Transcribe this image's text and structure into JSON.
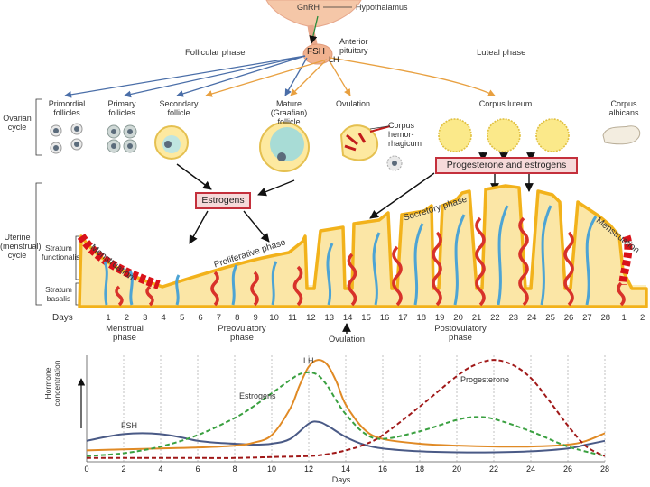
{
  "top": {
    "gnrh": "GnRH",
    "hypothalamus": "Hypothalamus",
    "anterior_pituitary": "Anterior\npituitary",
    "fsh": "FSH",
    "lh": "LH",
    "follicular_phase": "Follicular phase",
    "luteal_phase": "Luteal phase"
  },
  "ovarian": {
    "side_label": "Ovarian\ncycle",
    "stages": [
      {
        "label": "Primordial\nfollicles"
      },
      {
        "label": "Primary\nfollicles"
      },
      {
        "label": "Secondary\nfollicle"
      },
      {
        "label": "Mature\n(Graafian)\nfollicle"
      },
      {
        "label": "Ovulation"
      },
      {
        "label": "Corpus luteum"
      },
      {
        "label": "Corpus\nalbicans"
      }
    ],
    "corpus_hemorrhagicum": "Corpus\nhemor-\nrhagicum"
  },
  "hormone_boxes": {
    "estrogens": "Estrogens",
    "progesterone_estrogens": "Progesterone and estrogens"
  },
  "uterine": {
    "side_label": "Uterine\n(menstrual)\ncycle",
    "stratum_functionalis": "Stratum\nfunctionalis",
    "stratum_basalis": "Stratum\nbasalis",
    "menstruation_left": "Menstruation",
    "menstruation_right": "Menstruation",
    "proliferative": "Proliferative phase",
    "secretory": "Secretory phase"
  },
  "days": {
    "label": "Days",
    "numbers": [
      "1",
      "2",
      "3",
      "4",
      "5",
      "6",
      "7",
      "8",
      "9",
      "10",
      "11",
      "12",
      "13",
      "14",
      "15",
      "16",
      "17",
      "18",
      "19",
      "20",
      "21",
      "22",
      "23",
      "24",
      "25",
      "26",
      "27",
      "28",
      "1",
      "2"
    ],
    "menstrual_phase": "Menstrual\nphase",
    "preovulatory_phase": "Preovulatory\nphase",
    "ovulation": "Ovulation",
    "postovulatory_phase": "Postovulatory\nphase"
  },
  "chart_data": {
    "type": "line",
    "xlabel": "Days",
    "ylabel": "Hormone\nconcentration",
    "xlim": [
      0,
      28
    ],
    "x_ticks": [
      "0",
      "2",
      "4",
      "6",
      "8",
      "10",
      "12",
      "14",
      "16",
      "18",
      "20",
      "22",
      "24",
      "26",
      "28"
    ],
    "series": [
      {
        "name": "FSH",
        "color": "#4a5a86",
        "dash": false,
        "x": [
          0,
          1,
          2,
          3,
          4,
          5,
          6,
          7,
          8,
          9,
          10,
          11,
          12,
          12.5,
          13,
          14,
          15,
          16,
          18,
          20,
          22,
          24,
          26,
          27,
          28
        ],
        "y": [
          1.1,
          1.3,
          1.45,
          1.5,
          1.45,
          1.3,
          1.1,
          1.0,
          0.95,
          0.9,
          0.95,
          1.2,
          2.0,
          2.1,
          1.9,
          1.3,
          0.9,
          0.7,
          0.55,
          0.5,
          0.5,
          0.55,
          0.7,
          0.9,
          1.1
        ]
      },
      {
        "name": "LH",
        "color": "#e08a25",
        "dash": false,
        "x": [
          0,
          2,
          4,
          6,
          8,
          9,
          10,
          11,
          11.5,
          12,
          12.5,
          13,
          13.5,
          14,
          15,
          16,
          18,
          20,
          22,
          24,
          26,
          27,
          28
        ],
        "y": [
          0.6,
          0.65,
          0.7,
          0.75,
          0.85,
          1.0,
          1.4,
          2.8,
          4.0,
          5.0,
          5.35,
          5.1,
          4.2,
          3.0,
          1.7,
          1.2,
          0.95,
          0.85,
          0.8,
          0.8,
          0.9,
          1.1,
          1.5
        ]
      },
      {
        "name": "Estrogens",
        "color": "#3aa040",
        "dash": true,
        "x": [
          0,
          2,
          4,
          6,
          8,
          9,
          10,
          11,
          11.5,
          12,
          12.5,
          13,
          13.5,
          14,
          15,
          16,
          18,
          20,
          21,
          22,
          24,
          26,
          28
        ],
        "y": [
          0.3,
          0.45,
          0.8,
          1.4,
          2.3,
          2.9,
          3.6,
          4.3,
          4.6,
          4.7,
          4.55,
          4.0,
          3.2,
          2.5,
          1.5,
          1.2,
          1.6,
          2.2,
          2.35,
          2.25,
          1.6,
          0.8,
          0.3
        ]
      },
      {
        "name": "Progesterone",
        "color": "#a01818",
        "dash": true,
        "x": [
          0,
          2,
          4,
          6,
          8,
          10,
          12,
          13,
          14,
          15,
          16,
          18,
          20,
          21,
          22,
          23,
          24,
          25,
          26,
          27,
          28
        ],
        "y": [
          0.2,
          0.2,
          0.2,
          0.2,
          0.2,
          0.25,
          0.3,
          0.4,
          0.6,
          0.9,
          1.4,
          2.9,
          4.5,
          5.1,
          5.35,
          5.1,
          4.4,
          3.2,
          1.9,
          0.8,
          0.3
        ]
      }
    ]
  },
  "colors": {
    "fsh_arrow": "#4a6ea8",
    "lh_arrow": "#e8a040",
    "endometrium": "#fbe6a6",
    "endometrium_edge": "#f2b21b",
    "menses": "#d9121a",
    "gland": "#4da4d4",
    "artery": "#d8322a"
  }
}
